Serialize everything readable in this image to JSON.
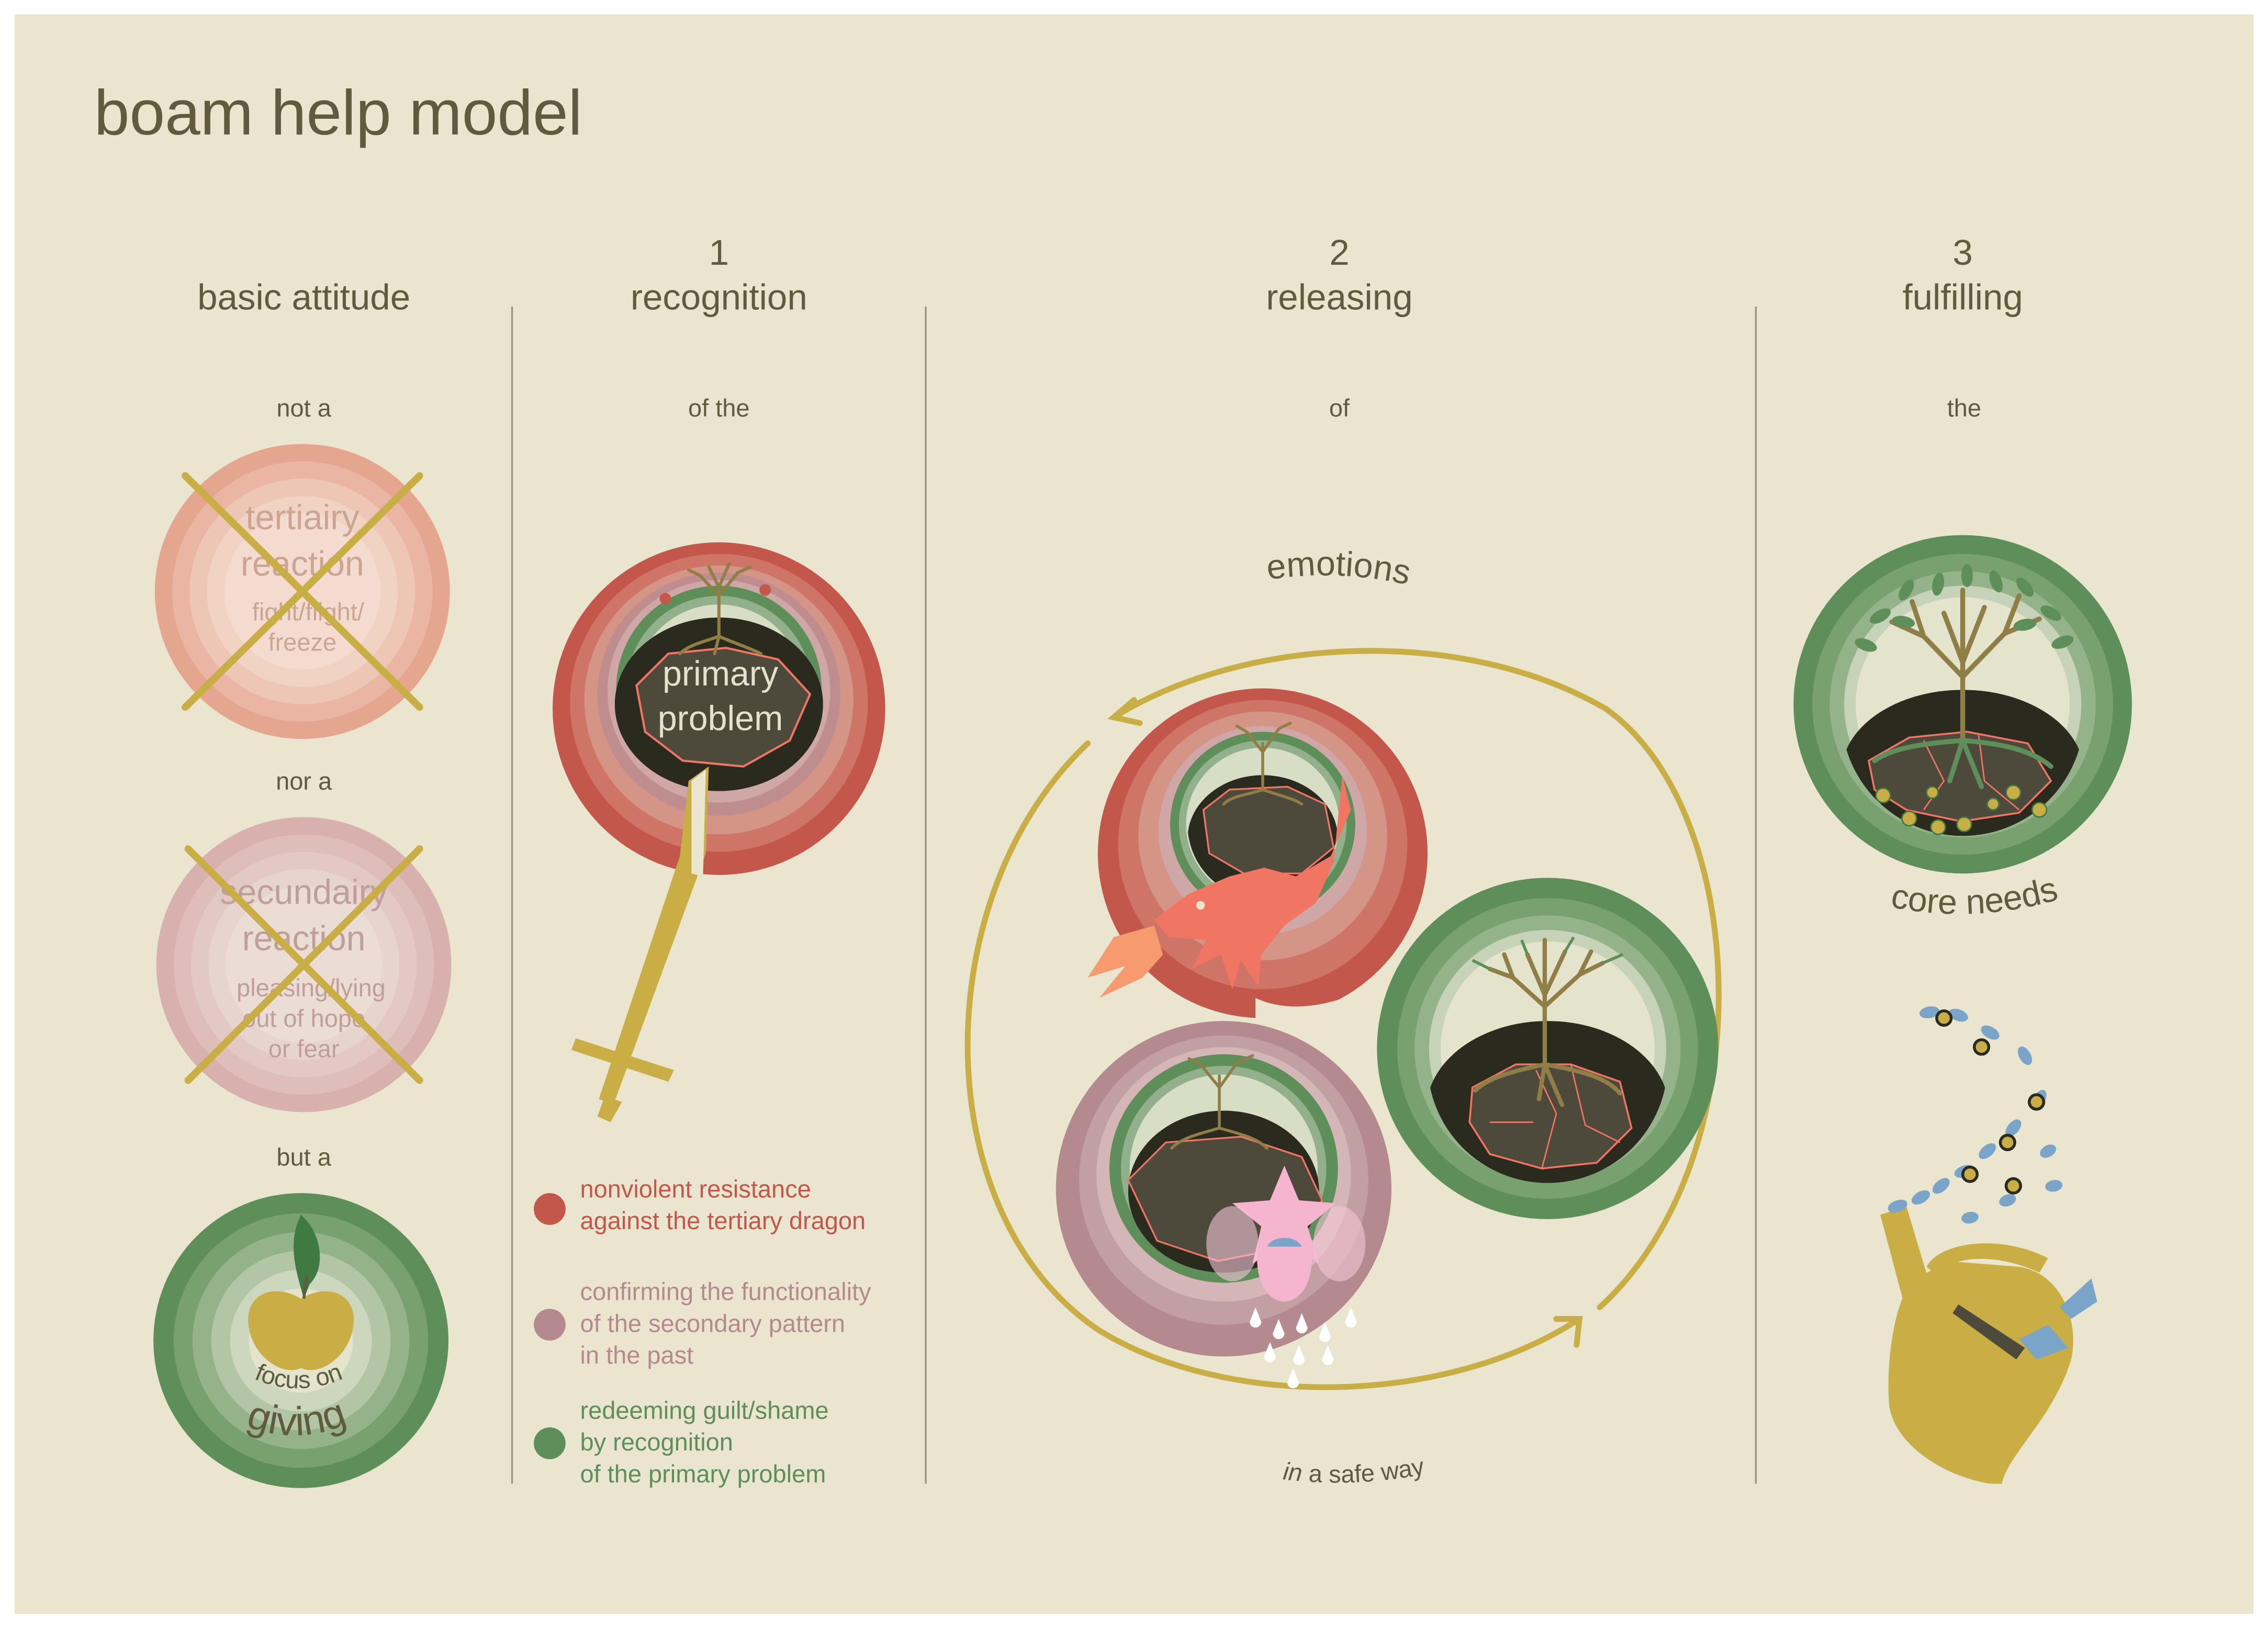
{
  "title": "boam help model",
  "colors": {
    "background": "#EAE5CE",
    "text": "#5F5B3E",
    "gold": "#C8AE45",
    "dark": "#2B2A1F",
    "rock": "#4D4A3C",
    "red": "#C4574C",
    "mauve": "#B58A8E",
    "green": "#5E8E5A",
    "dragon": "#F07563",
    "fairy": "#F5B5CF",
    "water": "#7AA5C8"
  },
  "columns": {
    "basic": {
      "number": "",
      "heading": "basic attitude",
      "not_a": "not a",
      "nor_a": "nor a",
      "but_a": "but a",
      "tertiary": {
        "line1": "tertiairy",
        "line2": "reaction",
        "line3": "fight/flight/",
        "line4": "freeze"
      },
      "secondary": {
        "line1": "secundairy",
        "line2": "reaction",
        "line3": "pleasing/lying",
        "line4": "out of hope",
        "line5": "or fear"
      },
      "giving": {
        "line1": "focus on",
        "line2": "giving"
      }
    },
    "recognition": {
      "number": "1",
      "heading": "recognition",
      "sub": "of the",
      "center_line1": "primary",
      "center_line2": "problem"
    },
    "releasing": {
      "number": "2",
      "heading": "releasing",
      "sub": "of",
      "emotions": "emotions",
      "footer_italic": "in",
      "footer_rest": "a safe way"
    },
    "fulfilling": {
      "number": "3",
      "heading": "fulfilling",
      "sub": "the",
      "core_needs": "core needs"
    }
  },
  "legend": [
    {
      "color": "#C4574C",
      "line1": "nonviolent resistance",
      "line2": "against the tertiary dragon",
      "line3": ""
    },
    {
      "color": "#B58A8E",
      "line1": "confirming the functionality",
      "line2": "of the secondary pattern",
      "line3": "in the past"
    },
    {
      "color": "#5E8E5A",
      "line1": "redeeming guilt/shame",
      "line2": "by recognition",
      "line3": "of the primary problem"
    }
  ],
  "icons": [
    "cross-icon",
    "apple-icon",
    "tree-icon",
    "sword-icon",
    "dragon-icon",
    "fairy-icon",
    "watering-can-icon",
    "cycle-arrow-icon"
  ]
}
